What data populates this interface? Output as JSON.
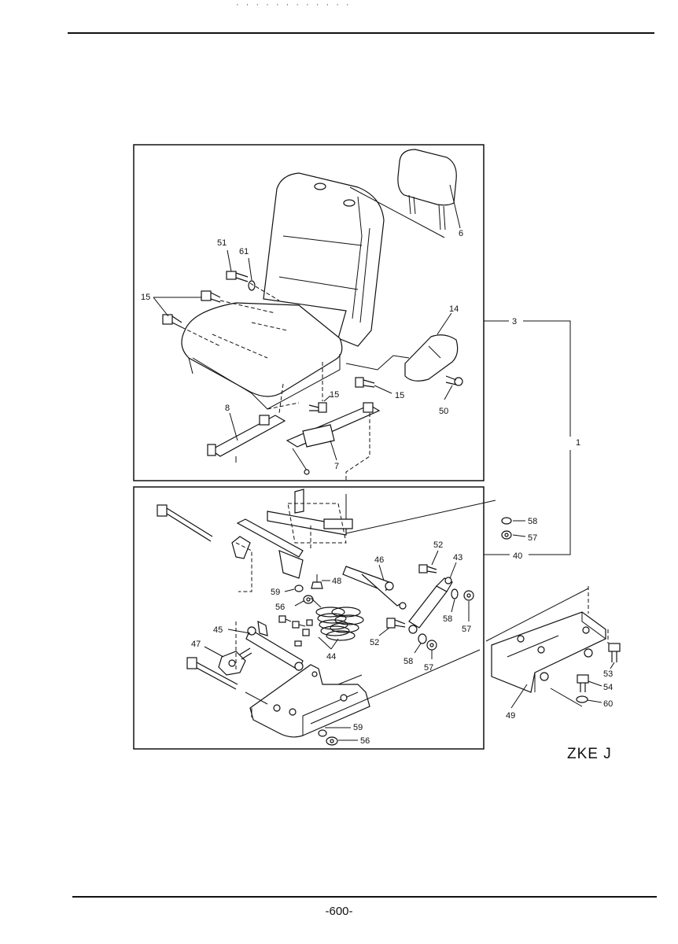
{
  "header": {
    "fragment": "· · · ·   · · · · · ·  · ·"
  },
  "footer": {
    "page_number": "-600-"
  },
  "diagram": {
    "variant_code": "ZKE J",
    "callouts": {
      "c1": "1",
      "c3": "3",
      "c6": "6",
      "c7": "7",
      "c8": "8",
      "c14": "14",
      "c15a": "15",
      "c15b": "15",
      "c15c": "15",
      "c40": "40",
      "c43": "43",
      "c44": "44",
      "c45": "45",
      "c46": "46",
      "c47": "47",
      "c48": "48",
      "c49": "49",
      "c50": "50",
      "c51": "51",
      "c52a": "52",
      "c52b": "52",
      "c53": "53",
      "c54": "54",
      "c56a": "56",
      "c56b": "56",
      "c57a": "57",
      "c57b": "57",
      "c57c": "57",
      "c58a": "58",
      "c58b": "58",
      "c58c": "58",
      "c59a": "59",
      "c59b": "59",
      "c60": "60",
      "c61": "61"
    }
  }
}
